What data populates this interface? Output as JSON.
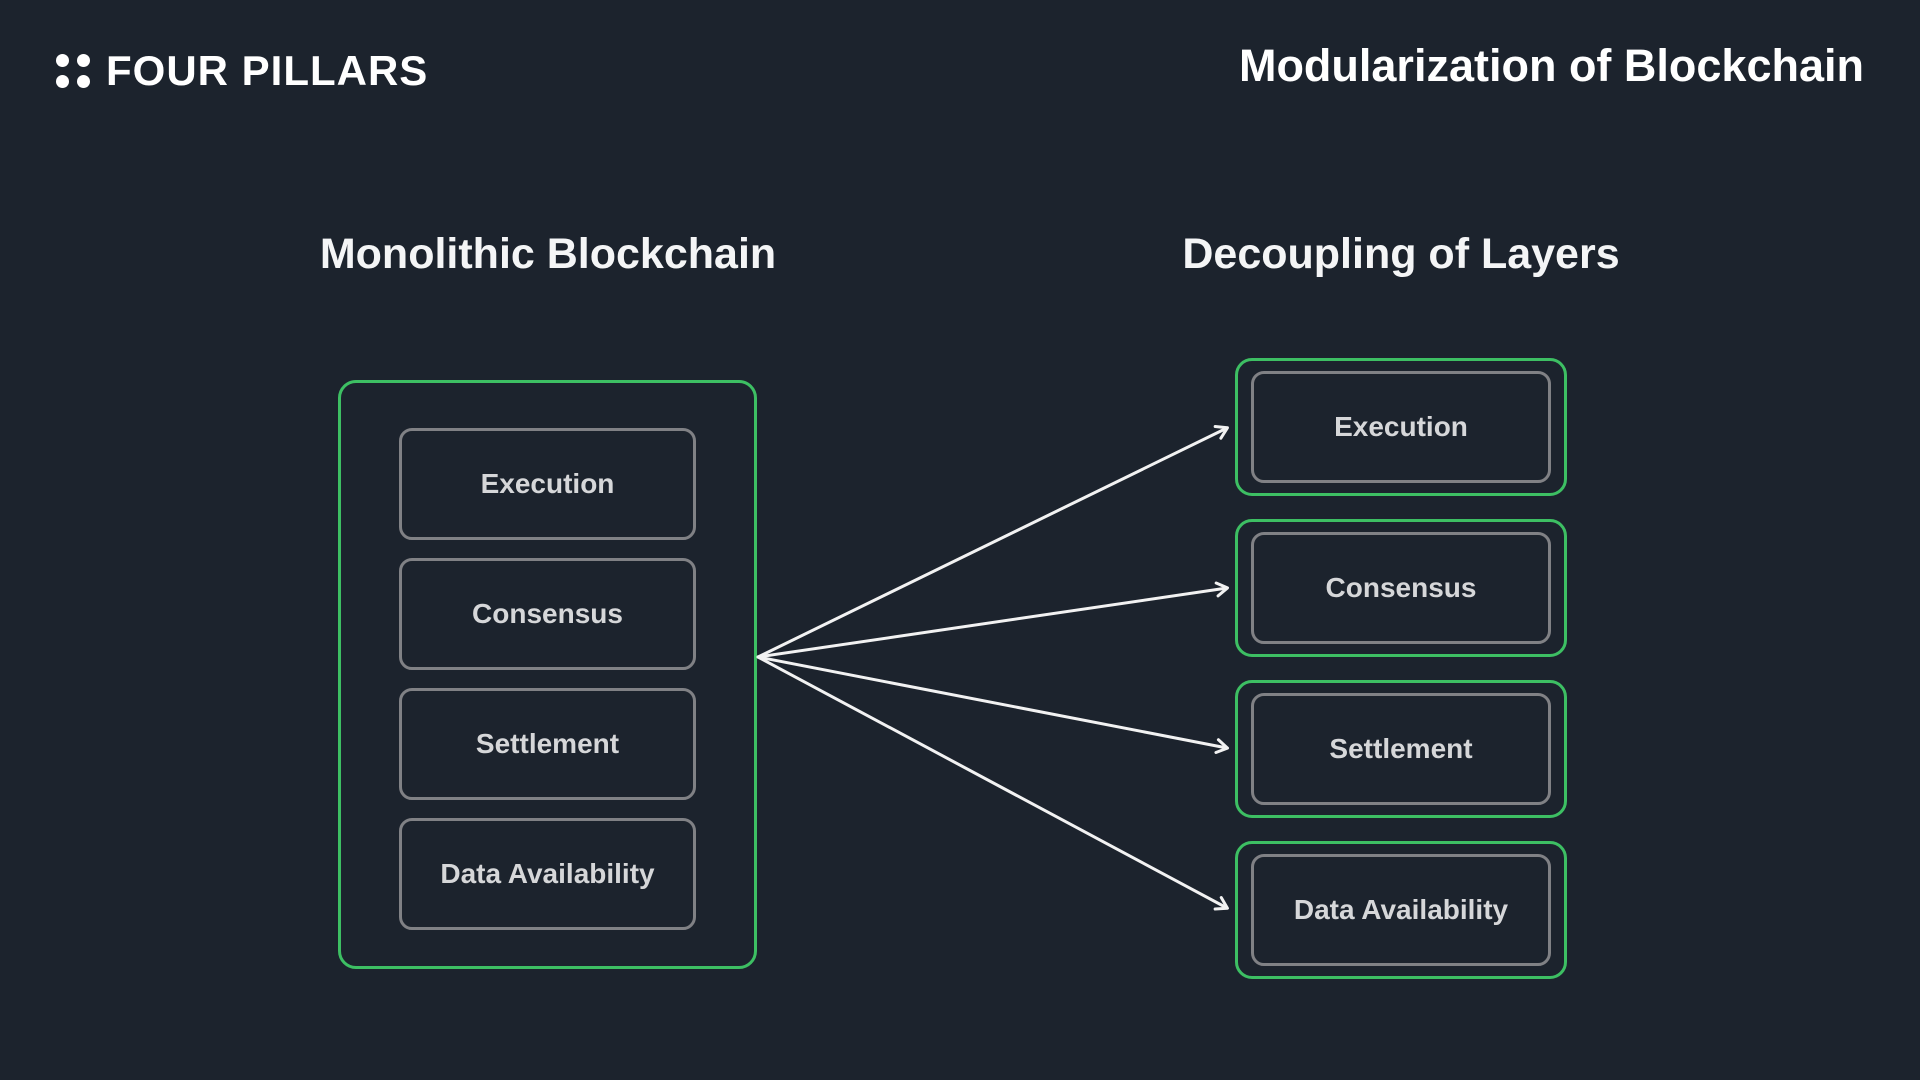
{
  "theme": {
    "bg": "#1c232d",
    "green": "#3dbf63",
    "gray_border": "#808185",
    "label_color": "#d6d7d9",
    "heading_color": "#f4f5f6",
    "arrow_color": "#f2f2f2"
  },
  "header": {
    "logo_text": "FOUR PILLARS",
    "logo_icon": "four-dots-grid",
    "title": "Modularization of Blockchain"
  },
  "monolithic": {
    "heading": "Monolithic Blockchain",
    "layers": [
      "Execution",
      "Consensus",
      "Settlement",
      "Data Availability"
    ]
  },
  "decoupled": {
    "heading": "Decoupling of Layers",
    "layers": [
      "Execution",
      "Consensus",
      "Settlement",
      "Data Availability"
    ]
  },
  "arrows": {
    "from": "Monolithic Blockchain",
    "to": [
      "Execution",
      "Consensus",
      "Settlement",
      "Data Availability"
    ]
  }
}
